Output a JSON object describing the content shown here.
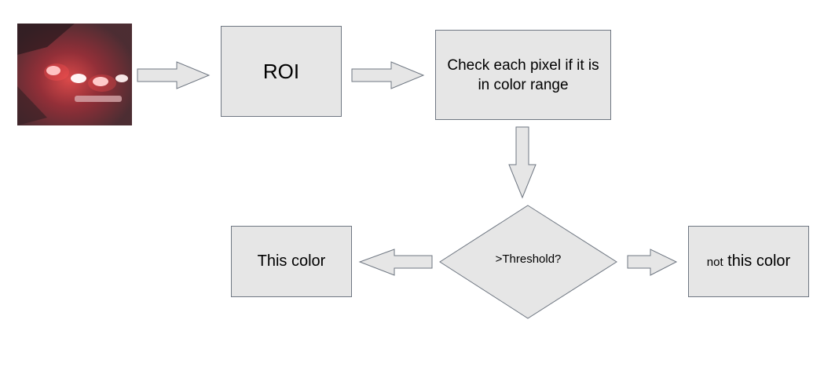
{
  "nodes": {
    "roi": {
      "label": "ROI"
    },
    "check": {
      "label": "Check each pixel if it is in color range"
    },
    "decision": {
      "label": ">Threshold?"
    },
    "this_color": {
      "label": "This color"
    },
    "not_this_color": {
      "prefix": "not",
      "label": " this color"
    }
  },
  "input_image": {
    "icon": "car-taillights-photo",
    "colors": {
      "body": "#7a1a22",
      "light": "#ffffff",
      "glow": "#e03b3b",
      "background": "#b59a9c"
    }
  },
  "colors": {
    "fill": "#e6e6e6",
    "stroke": "#6f7782",
    "text": "#000000"
  }
}
